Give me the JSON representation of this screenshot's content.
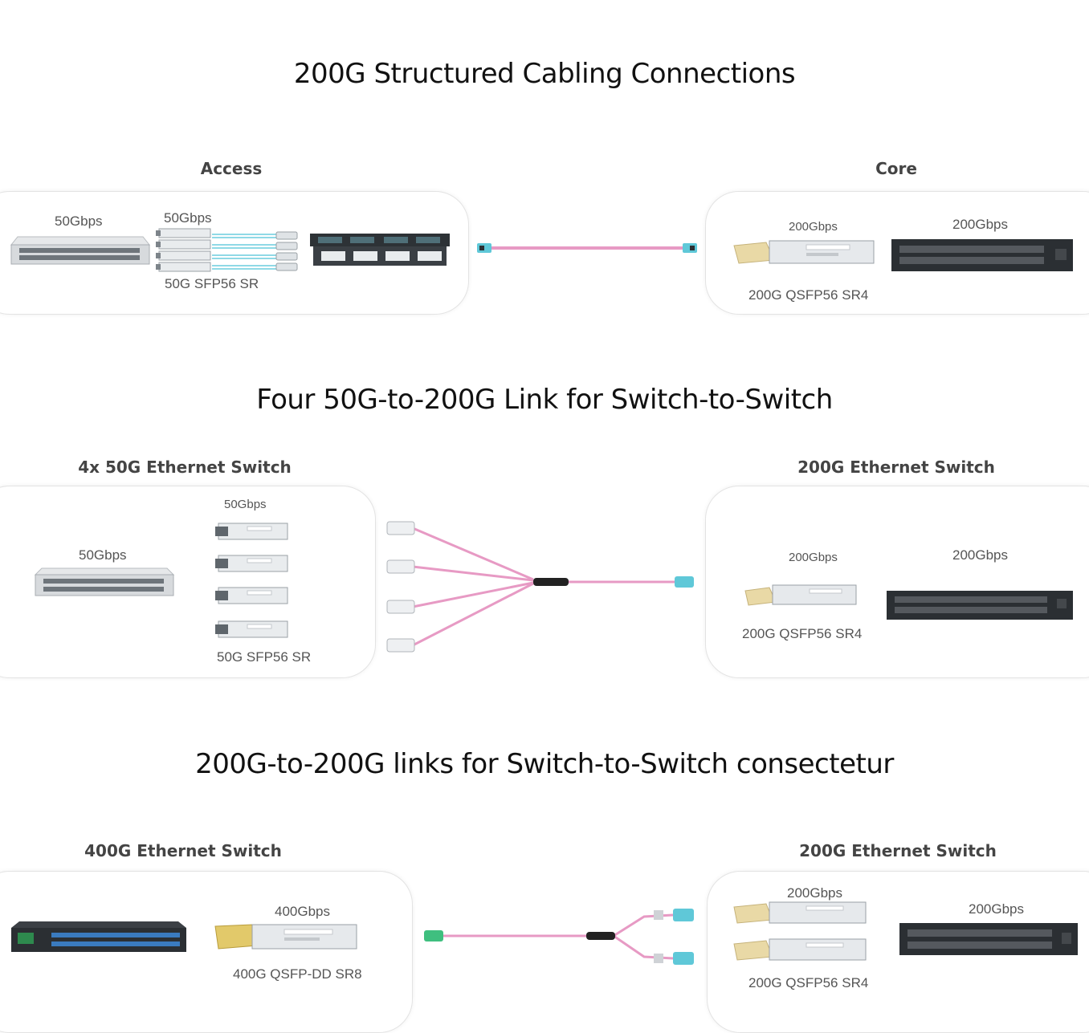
{
  "sections": [
    {
      "title": "200G Structured Cabling Connections",
      "left": {
        "label": "Access",
        "switch_speed": "50Gbps",
        "transceiver_speed": "50Gbps",
        "transceiver_model": "50G SFP56 SR"
      },
      "right": {
        "label": "Core",
        "transceiver_speed": "200Gbps",
        "switch_speed": "200Gbps",
        "transceiver_model": "200G QSFP56  SR4"
      }
    },
    {
      "title": "Four 50G-to-200G Link for Switch-to-Switch",
      "left": {
        "label": "4x 50G Ethernet Switch",
        "switch_speed": "50Gbps",
        "transceiver_speed": "50Gbps",
        "transceiver_model": "50G SFP56 SR"
      },
      "right": {
        "label": "200G Ethernet Switch",
        "transceiver_speed": "200Gbps",
        "switch_speed": "200Gbps",
        "transceiver_model": "200G QSFP56  SR4"
      }
    },
    {
      "title": "200G-to-200G links for Switch-to-Switch consectetur",
      "left": {
        "label": "400G Ethernet Switch",
        "transceiver_speed": "400Gbps",
        "transceiver_model": "400G QSFP-DD SR8"
      },
      "right": {
        "label": "200G Ethernet Switch",
        "transceiver_speed": "200Gbps",
        "switch_speed": "200Gbps",
        "transceiver_model": "200G QSFP56  SR4"
      }
    }
  ],
  "colors": {
    "cable_pink": "#e79ac4",
    "connector_aqua": "#5fc8d8",
    "connector_green": "#3fbf7f",
    "switch_dark": "#2b2f33",
    "switch_silver": "#cfd2d6"
  }
}
